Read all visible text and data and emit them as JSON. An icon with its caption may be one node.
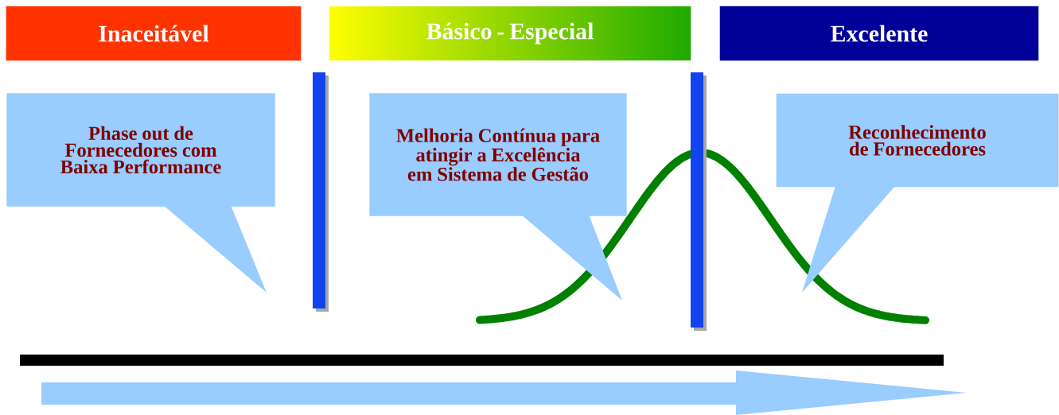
{
  "diagram": {
    "nodes": [
      {
        "text": [
          "Inaceitável"
        ]
      },
      {
        "text": [
          "Básico - Especial"
        ]
      },
      {
        "text": [
          "Excelente"
        ]
      },
      {
        "text": [
          "Phase out de Fornecedores com Baixa Performance"
        ]
      },
      {
        "text": [
          "Melhoria Contínua para atingir a Excelência em Sistema de Gestão"
        ]
      },
      {
        "text": [
          "Reconhecimento de Fornecedores"
        ]
      }
    ]
  }
}
